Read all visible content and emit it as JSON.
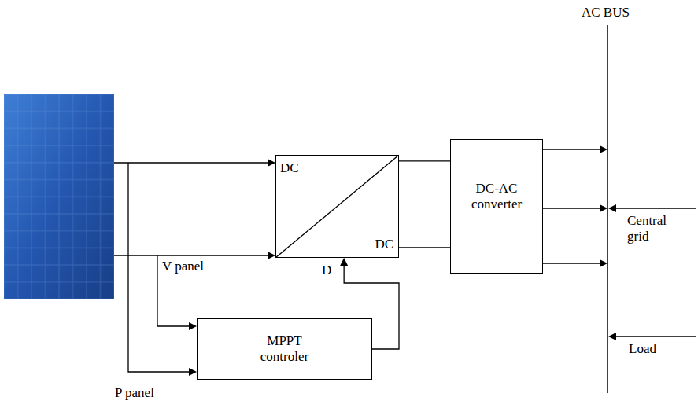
{
  "diagram": {
    "nodes": [
      {
        "text": [
          "DC",
          "DC"
        ]
      },
      {
        "text": [
          "DC-AC converter"
        ]
      },
      {
        "text": [
          "MPPT controler"
        ]
      }
    ],
    "edges": [
      {
        "from": 0,
        "to": 1,
        "arrow": "none"
      },
      {
        "from": 0,
        "to": 1,
        "arrow": "none"
      },
      {
        "from": 2,
        "to": 0,
        "arrow": "to"
      }
    ],
    "labels": [
      "V panel",
      "D",
      "P panel",
      "AC BUS",
      "Central grid",
      "Load"
    ]
  }
}
